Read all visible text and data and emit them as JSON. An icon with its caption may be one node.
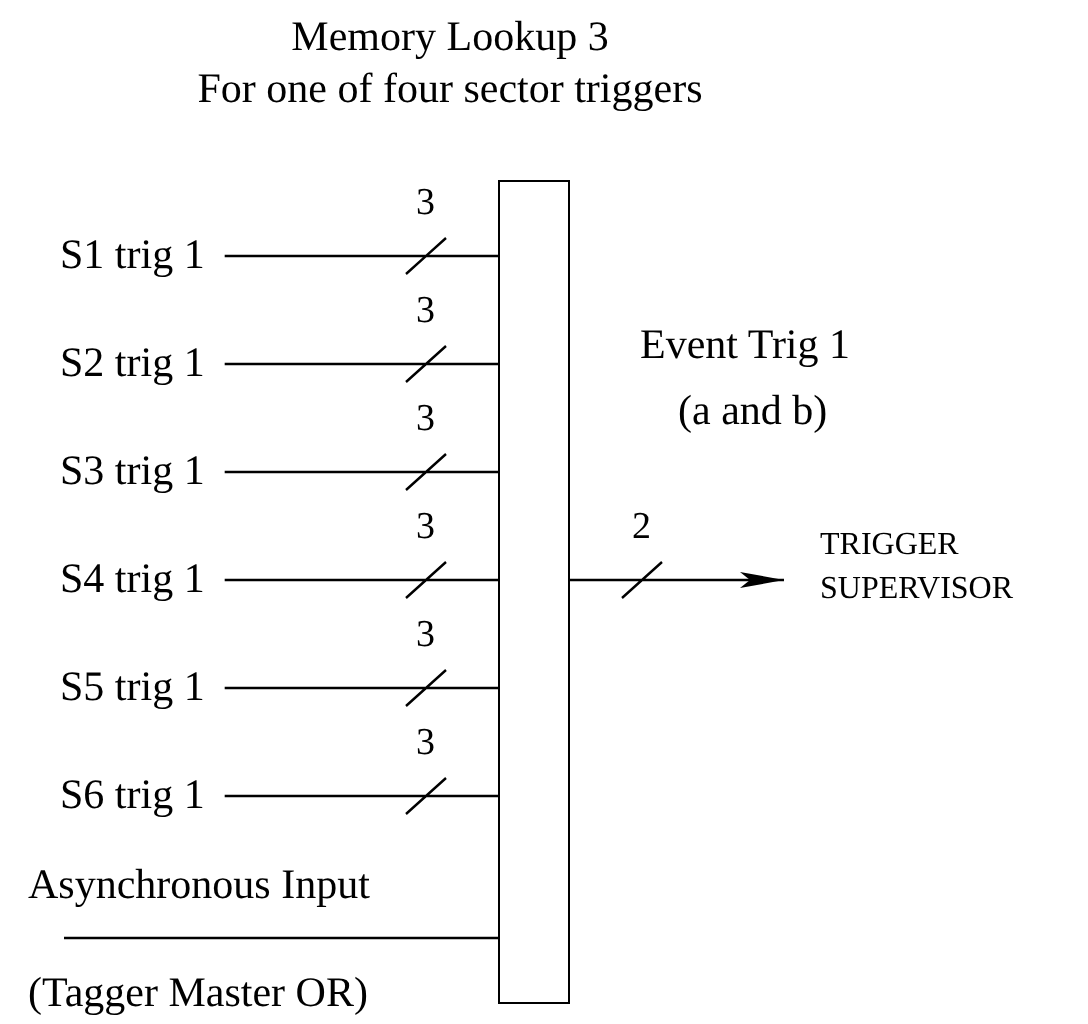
{
  "diagram": {
    "title": "Memory Lookup 3",
    "nodes": [
      {
        "text": [],
        "shape": "bar"
      },
      {
        "text": [
          "S1 trig 1"
        ]
      },
      {
        "text": [
          "S2 trig 1"
        ]
      },
      {
        "text": [
          "S3 trig 1"
        ]
      },
      {
        "text": [
          "S4 trig 1"
        ]
      },
      {
        "text": [
          "S5 trig 1"
        ]
      },
      {
        "text": [
          "S6 trig 1"
        ]
      },
      {
        "text": [
          "Asynchronous Input",
          "(Tagger Master OR)"
        ]
      },
      {
        "text": [
          "TRIGGER SUPERVISOR"
        ]
      }
    ],
    "edges": [
      {
        "from": 1,
        "to": 0,
        "arrow": "none",
        "label": "3"
      },
      {
        "from": 2,
        "to": 0,
        "arrow": "none",
        "label": "3"
      },
      {
        "from": 3,
        "to": 0,
        "arrow": "none",
        "label": "3"
      },
      {
        "from": 4,
        "to": 0,
        "arrow": "none",
        "label": "3"
      },
      {
        "from": 5,
        "to": 0,
        "arrow": "none",
        "label": "3"
      },
      {
        "from": 6,
        "to": 0,
        "arrow": "none",
        "label": "3"
      },
      {
        "from": 7,
        "to": 0,
        "arrow": "none"
      },
      {
        "from": 0,
        "to": 8,
        "arrow": "to",
        "label": "2"
      }
    ],
    "labels": [
      "For one of four sector triggers",
      "Event Trig 1",
      "(a and b)"
    ]
  }
}
